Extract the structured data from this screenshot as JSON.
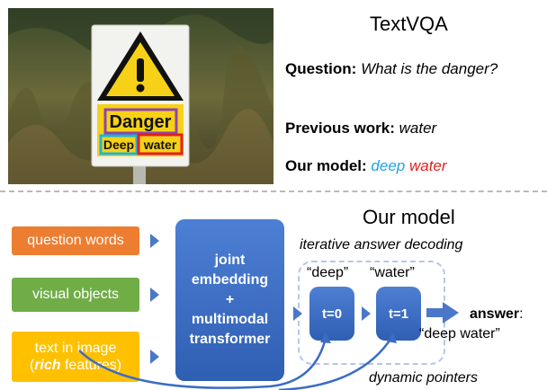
{
  "header": {
    "title": "TextVQA",
    "question_label": "Question:",
    "question_text": "What is the danger?",
    "previous_label": "Previous work:",
    "previous_text": "water",
    "ours_label": "Our model:",
    "ours_word1": "deep",
    "ours_word2": "water"
  },
  "sign": {
    "danger_word": "Danger",
    "deep_word": "Deep",
    "water_word": "water"
  },
  "diagram": {
    "title": "Our model",
    "inputs": [
      {
        "label": "question words",
        "color": "#ed7d31"
      },
      {
        "label": "visual objects",
        "color": "#70ad47"
      },
      {
        "label_line1": "text in image",
        "label_rich": "rich",
        "label_rest": " features)",
        "label_open": "(",
        "color": "#ffc000"
      }
    ],
    "transformer": {
      "line1": "joint",
      "line2": "embedding",
      "line3": "+",
      "line4": "multimodal",
      "line5": "transformer"
    },
    "decoding_caption": "iterative answer decoding",
    "steps": [
      {
        "word": "“deep”",
        "label": "t=0"
      },
      {
        "word": "“water”",
        "label": "t=1"
      }
    ],
    "answer_label": "answer",
    "answer_colon": ":",
    "answer_text": "“deep water”",
    "pointer_caption": "dynamic pointers"
  },
  "colors": {
    "accent_blue": "#3a6cc4",
    "deep_color": "#1fa3e0",
    "water_color": "#e01f1f",
    "box_purple": "#8e44ad",
    "box_cyan": "#1fb5d6",
    "box_red": "#e02020"
  }
}
